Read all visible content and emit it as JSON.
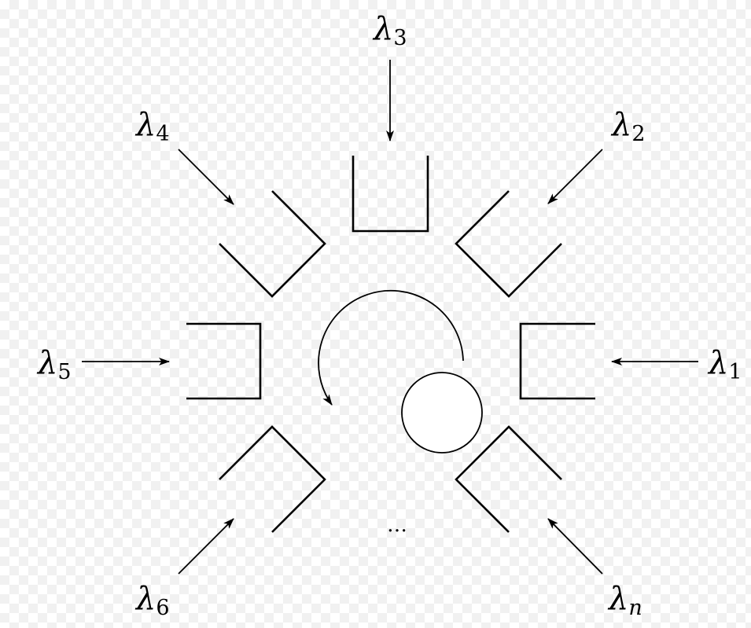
{
  "labels": {
    "l1": {
      "sym": "λ",
      "sub": "1"
    },
    "l2": {
      "sym": "λ",
      "sub": "2"
    },
    "l3": {
      "sym": "λ",
      "sub": "3"
    },
    "l4": {
      "sym": "λ",
      "sub": "4"
    },
    "l5": {
      "sym": "λ",
      "sub": "5"
    },
    "l6": {
      "sym": "λ",
      "sub": "6"
    },
    "ln": {
      "sym": "λ",
      "sub": "n"
    }
  },
  "ellipsis": "…"
}
